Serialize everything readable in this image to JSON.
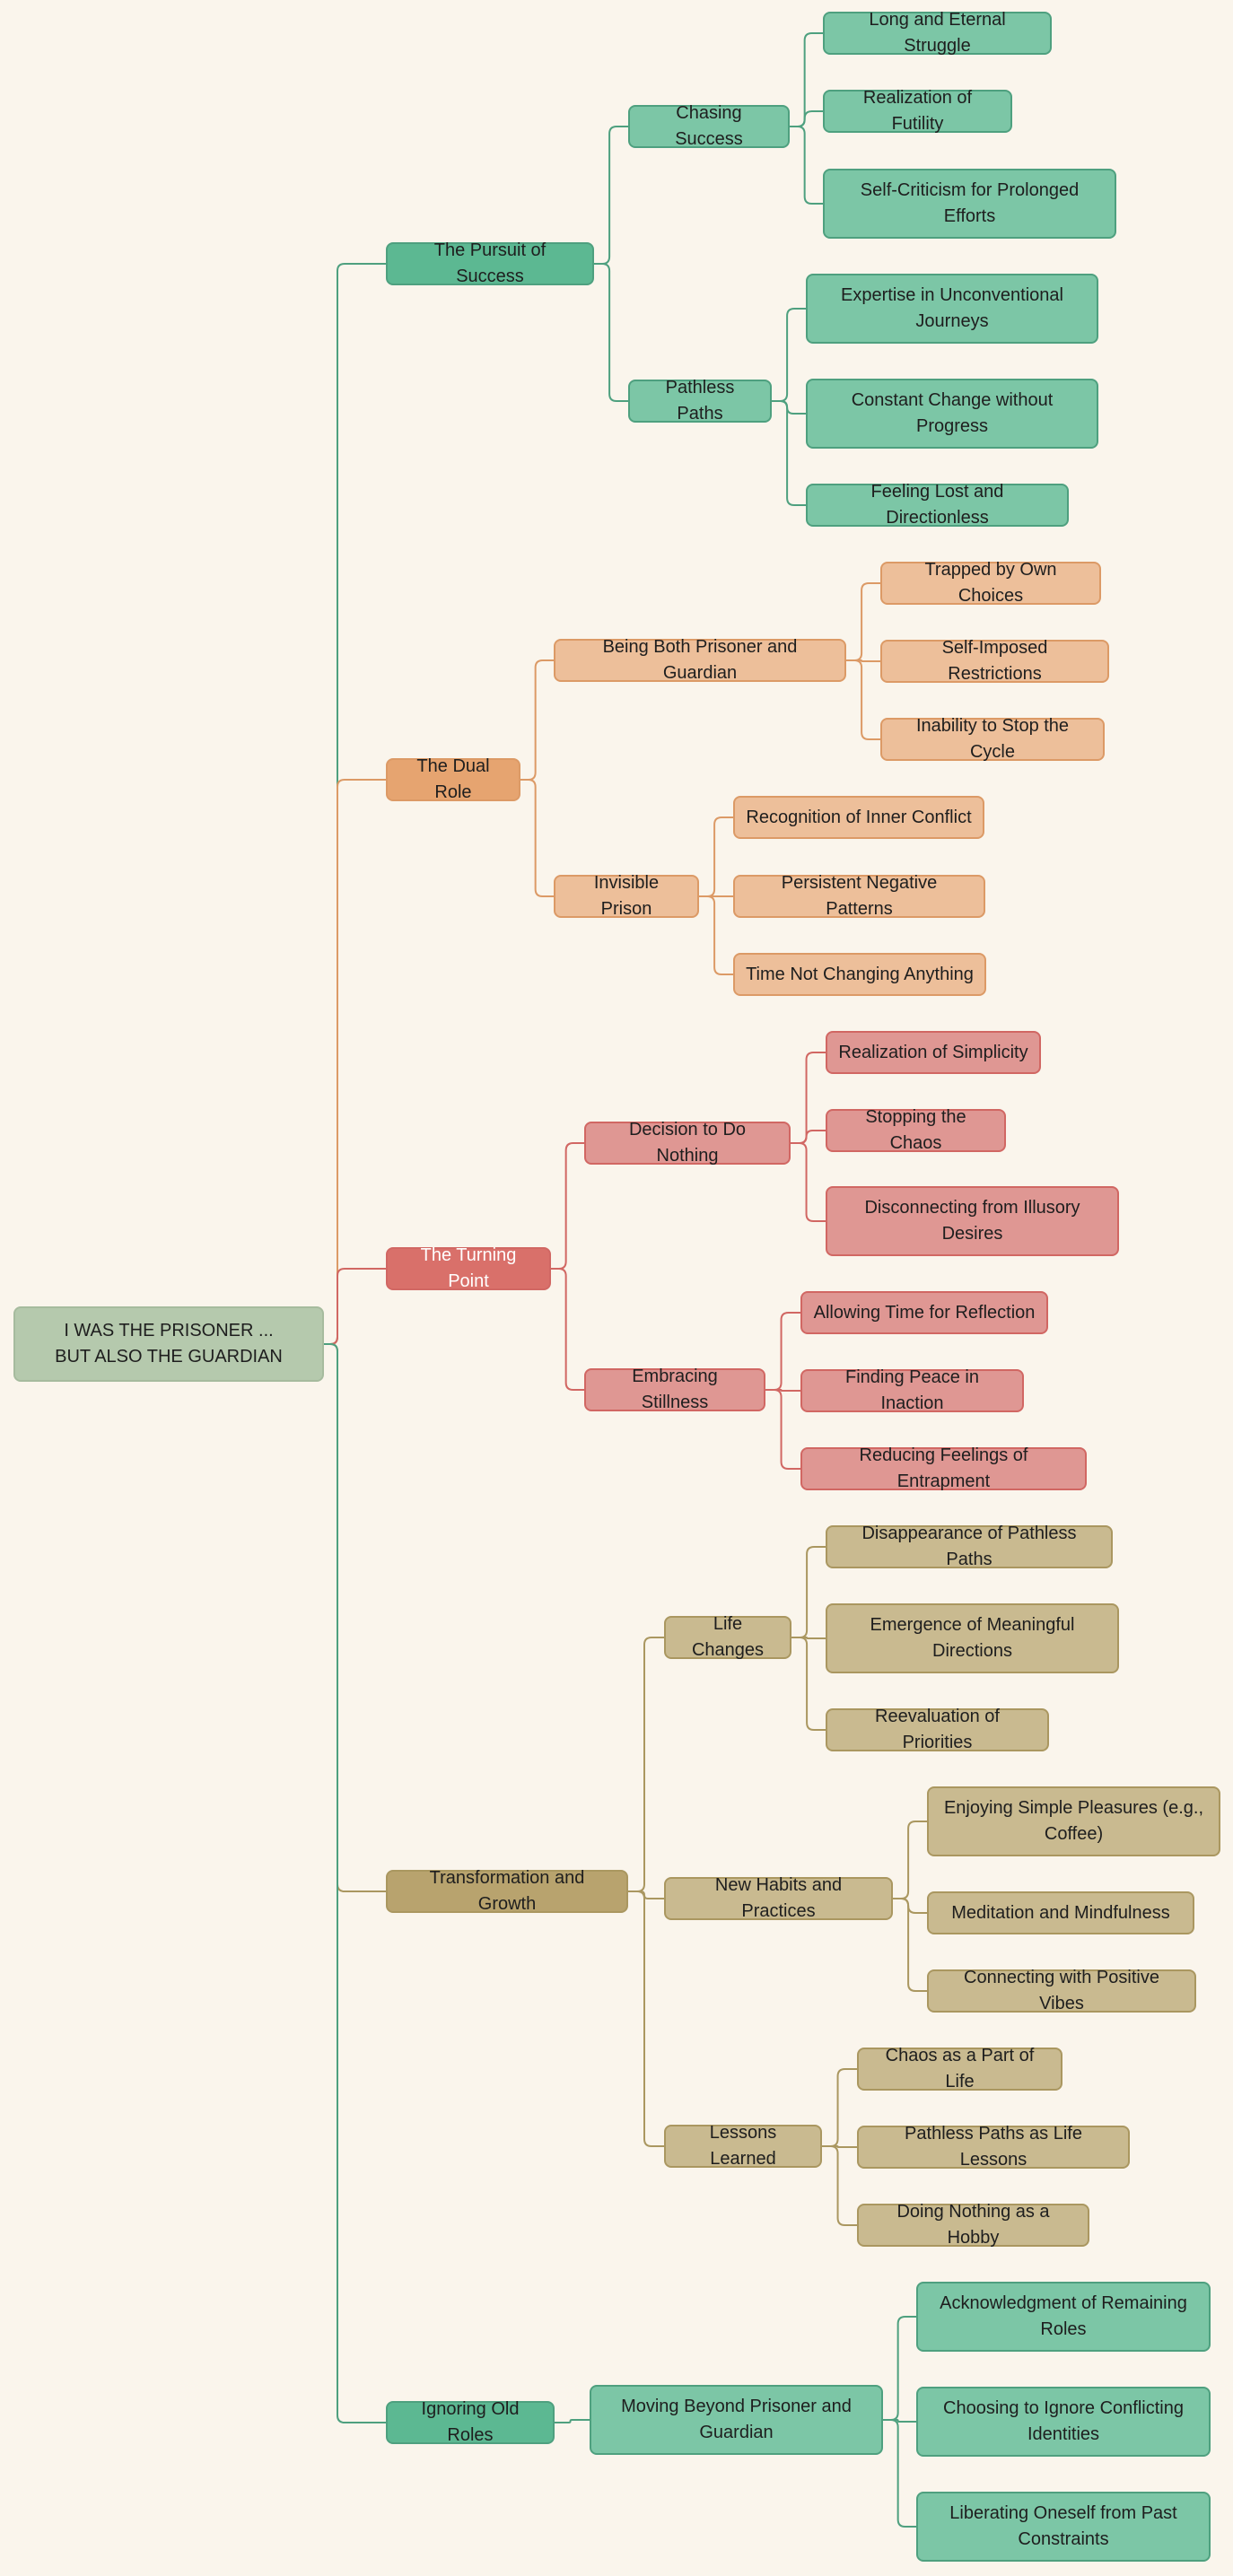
{
  "root": {
    "label": "I WAS THE PRISONER ... BUT ALSO THE GUARDIAN"
  },
  "colors": {
    "root": "#b5c9ad",
    "green_main": "#5cb892",
    "green_sub": "#7cc6a6",
    "green_edge": "#4ea07f",
    "orange_main": "#e6a470",
    "orange_sub": "#edbf9a",
    "orange_edge": "#dc9a66",
    "red_main": "#d9706a",
    "red_sub": "#df9793",
    "red_edge": "#d16763",
    "tan_main": "#b8a36e",
    "tan_sub": "#c9ba90",
    "tan_edge": "#aa9760"
  },
  "branches": [
    {
      "label": "The Pursuit of Success",
      "color": "green",
      "children": [
        {
          "label": "Chasing Success",
          "children": [
            "Long and Eternal Struggle",
            "Realization of Futility",
            "Self-Criticism for Prolonged Efforts"
          ]
        },
        {
          "label": "Pathless Paths",
          "children": [
            "Expertise in Unconventional Journeys",
            "Constant Change without Progress",
            "Feeling Lost and Directionless"
          ]
        }
      ]
    },
    {
      "label": "The Dual Role",
      "color": "orange",
      "children": [
        {
          "label": "Being Both Prisoner and Guardian",
          "children": [
            "Trapped by Own Choices",
            "Self-Imposed Restrictions",
            "Inability to Stop the Cycle"
          ]
        },
        {
          "label": "Invisible Prison",
          "children": [
            "Recognition of Inner Conflict",
            "Persistent Negative Patterns",
            "Time Not Changing Anything"
          ]
        }
      ]
    },
    {
      "label": "The Turning Point",
      "color": "red",
      "children": [
        {
          "label": "Decision to Do Nothing",
          "children": [
            "Realization of Simplicity",
            "Stopping the Chaos",
            "Disconnecting from Illusory Desires"
          ]
        },
        {
          "label": "Embracing Stillness",
          "children": [
            "Allowing Time for Reflection",
            "Finding Peace in Inaction",
            "Reducing Feelings of Entrapment"
          ]
        }
      ]
    },
    {
      "label": "Transformation and Growth",
      "color": "tan",
      "children": [
        {
          "label": "Life Changes",
          "children": [
            "Disappearance of Pathless Paths",
            "Emergence of Meaningful Directions",
            "Reevaluation of Priorities"
          ]
        },
        {
          "label": "New Habits and Practices",
          "children": [
            "Enjoying Simple Pleasures (e.g., Coffee)",
            "Meditation and Mindfulness",
            "Connecting with Positive Vibes"
          ]
        },
        {
          "label": "Lessons Learned",
          "children": [
            "Chaos as a Part of Life",
            "Pathless Paths as Life Lessons",
            "Doing Nothing as a Hobby"
          ]
        }
      ]
    },
    {
      "label": "Ignoring Old Roles",
      "color": "green",
      "children": [
        {
          "label": "Moving Beyond Prisoner and Guardian",
          "children": [
            "Acknowledgment of Remaining Roles",
            "Choosing to Ignore Conflicting Identities",
            "Liberating Oneself from Past Constraints"
          ]
        }
      ]
    }
  ]
}
